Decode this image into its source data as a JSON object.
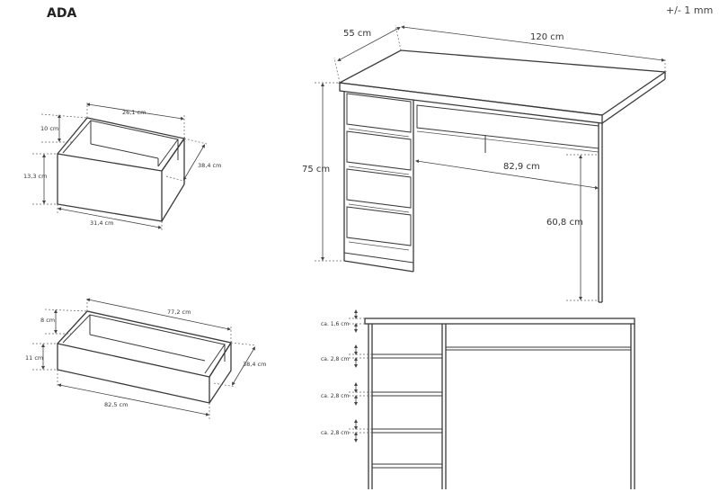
{
  "title": "ADA",
  "tolerance": "+/- 1 mm",
  "desk": {
    "depth": "55 cm",
    "width": "120 cm",
    "height": "75 cm",
    "knee_width": "82,9 cm",
    "knee_height": "60,8 cm"
  },
  "small_drawer": {
    "inner_width": "26,1 cm",
    "inner_height": "10 cm",
    "front_height": "13,3 cm",
    "depth": "38,4 cm",
    "front_width": "31,4 cm"
  },
  "large_drawer": {
    "inner_width": "77,2 cm",
    "inner_height": "8 cm",
    "front_height": "11 cm",
    "depth": "38,4 cm",
    "front_width": "82,5 cm"
  },
  "front_view": {
    "gaps": [
      "ca. 1,6 cm",
      "ca. 2,8 cm",
      "ca. 2,8 cm",
      "ca. 2,8 cm"
    ]
  }
}
